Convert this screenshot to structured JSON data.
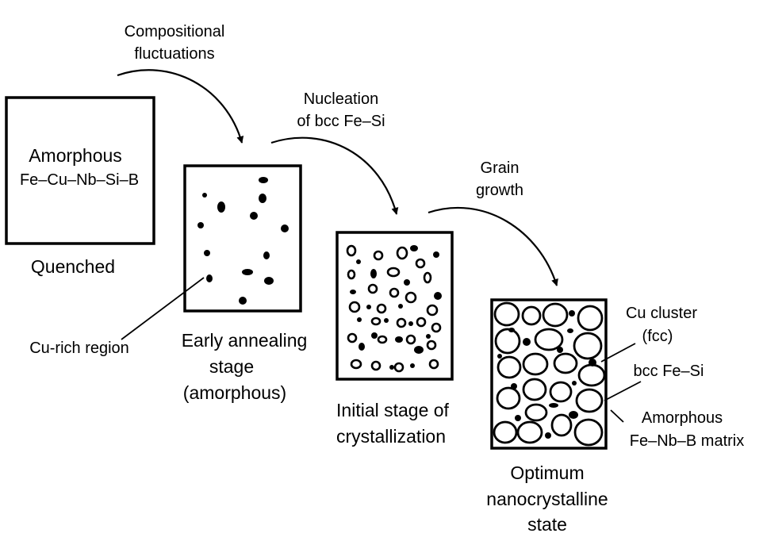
{
  "colors": {
    "ink": "#000000",
    "background": "#ffffff"
  },
  "labels": {
    "compositional_line1": "Compositional",
    "compositional_line2": "fluctuations",
    "nucleation_line1": "Nucleation",
    "nucleation_line2": "of bcc Fe–Si",
    "grain_line1": "Grain",
    "grain_line2": "growth",
    "amorphous_title": "Amorphous",
    "alloy": "Fe–Cu–Nb–Si–B",
    "quenched": "Quenched",
    "cu_rich_region": "Cu-rich region",
    "early_line1": "Early annealing",
    "early_line2": "stage",
    "early_line3": "(amorphous)",
    "initial_line1": "Initial stage of",
    "initial_line2": "crystallization",
    "optimum_line1": "Optimum",
    "optimum_line2": "nanocrystalline",
    "optimum_line3": "state",
    "cu_cluster_line1": "Cu cluster",
    "cu_cluster_line2": "(fcc)",
    "bcc_fe_si": "bcc Fe–Si",
    "amorphous_matrix_line1": "Amorphous",
    "amorphous_matrix_line2": "Fe–Nb–B matrix"
  }
}
